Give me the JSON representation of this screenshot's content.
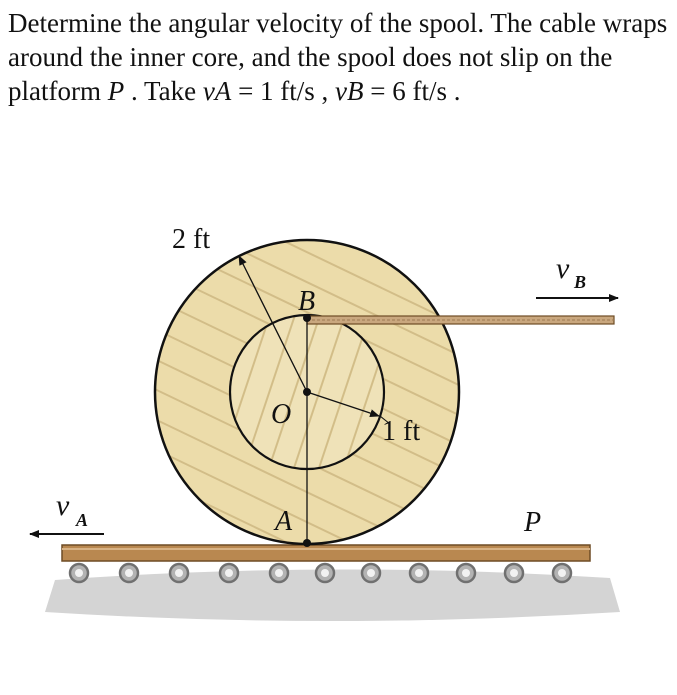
{
  "problem": {
    "part1": "Determine the angular velocity of the spool. The cable wraps around the inner core, and the spool does not slip on the platform ",
    "platform_symbol": "P",
    "part2": " . Take ",
    "va_symbol": "vA",
    "va_value": " = 1 ft/s , ",
    "vb_symbol": "vB",
    "vb_value": " = 6 ft/s ."
  },
  "figure": {
    "outer_radius_label": "2 ft",
    "inner_radius_label": "1 ft",
    "point_top": "B",
    "point_center": "O",
    "point_bottom": "A",
    "platform_label": "P",
    "velocity_b": {
      "symbol": "v",
      "subscript": "B",
      "direction": "right"
    },
    "velocity_a": {
      "symbol": "v",
      "subscript": "A",
      "direction": "left"
    },
    "colors": {
      "spool_fill": "#ecdcaa",
      "spool_hatch": "#d2bd88",
      "platform": "#b98850",
      "roller": "#a9a9a9",
      "ground": "#d4d4d4",
      "cable": "#c9a77e"
    }
  }
}
